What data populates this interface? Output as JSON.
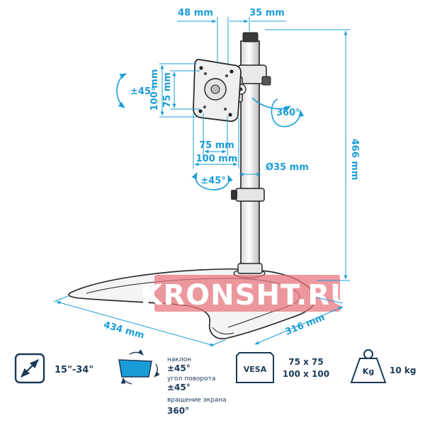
{
  "dimensions": {
    "plate_offset": "48 mm",
    "clamp_offset": "35 mm",
    "vesa_height_100": "100 mm",
    "vesa_height_75": "75 mm",
    "vesa_width_75": "75 mm",
    "vesa_width_100": "100 mm",
    "pole_diameter": "Ø35 mm",
    "total_height": "466 mm",
    "base_length": "434 mm",
    "base_depth": "316 mm",
    "tilt_angle": "±45°",
    "swivel_angle": "±45°",
    "rotation_angle": "360°"
  },
  "watermark": "KRONSHT.RU",
  "specs": {
    "screen_size": "15\"-34\"",
    "tilt_label": "наклон",
    "tilt_value": "±45°",
    "swivel_label": "угол поворота",
    "swivel_value": "±45°",
    "rotation_label": "вращение экрана",
    "rotation_value": "360°",
    "vesa_badge": "VESA",
    "vesa_value_1": "75 x 75",
    "vesa_value_2": "100 x 100",
    "weight_badge": "Kg",
    "weight_value": "10 kg"
  },
  "colors": {
    "accent": "#1a9cd8",
    "dark": "#1b3a57",
    "watermark": "#e8737b"
  }
}
